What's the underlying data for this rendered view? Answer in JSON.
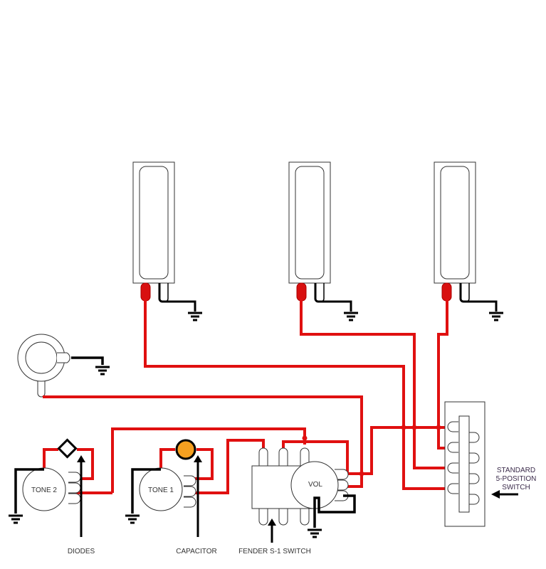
{
  "diagram": {
    "title": "",
    "colors": {
      "hot_wire": "#e01010",
      "ground_wire": "#000000",
      "capacitor": "#f5a020",
      "outline": "#333333"
    },
    "pickups": [
      {
        "name": "neck-pickup"
      },
      {
        "name": "middle-pickup"
      },
      {
        "name": "bridge-pickup"
      }
    ],
    "components": {
      "tone2": "TONE 2",
      "tone1": "TONE 1",
      "volume": "VOL"
    },
    "labels": {
      "diodes": "DIODES",
      "capacitor": "CAPACITOR",
      "s1_switch": "FENDER S-1 SWITCH",
      "five_way_line1": "STANDARD",
      "five_way_line2": "5-POSITION",
      "five_way_line3": "SWITCH"
    }
  }
}
